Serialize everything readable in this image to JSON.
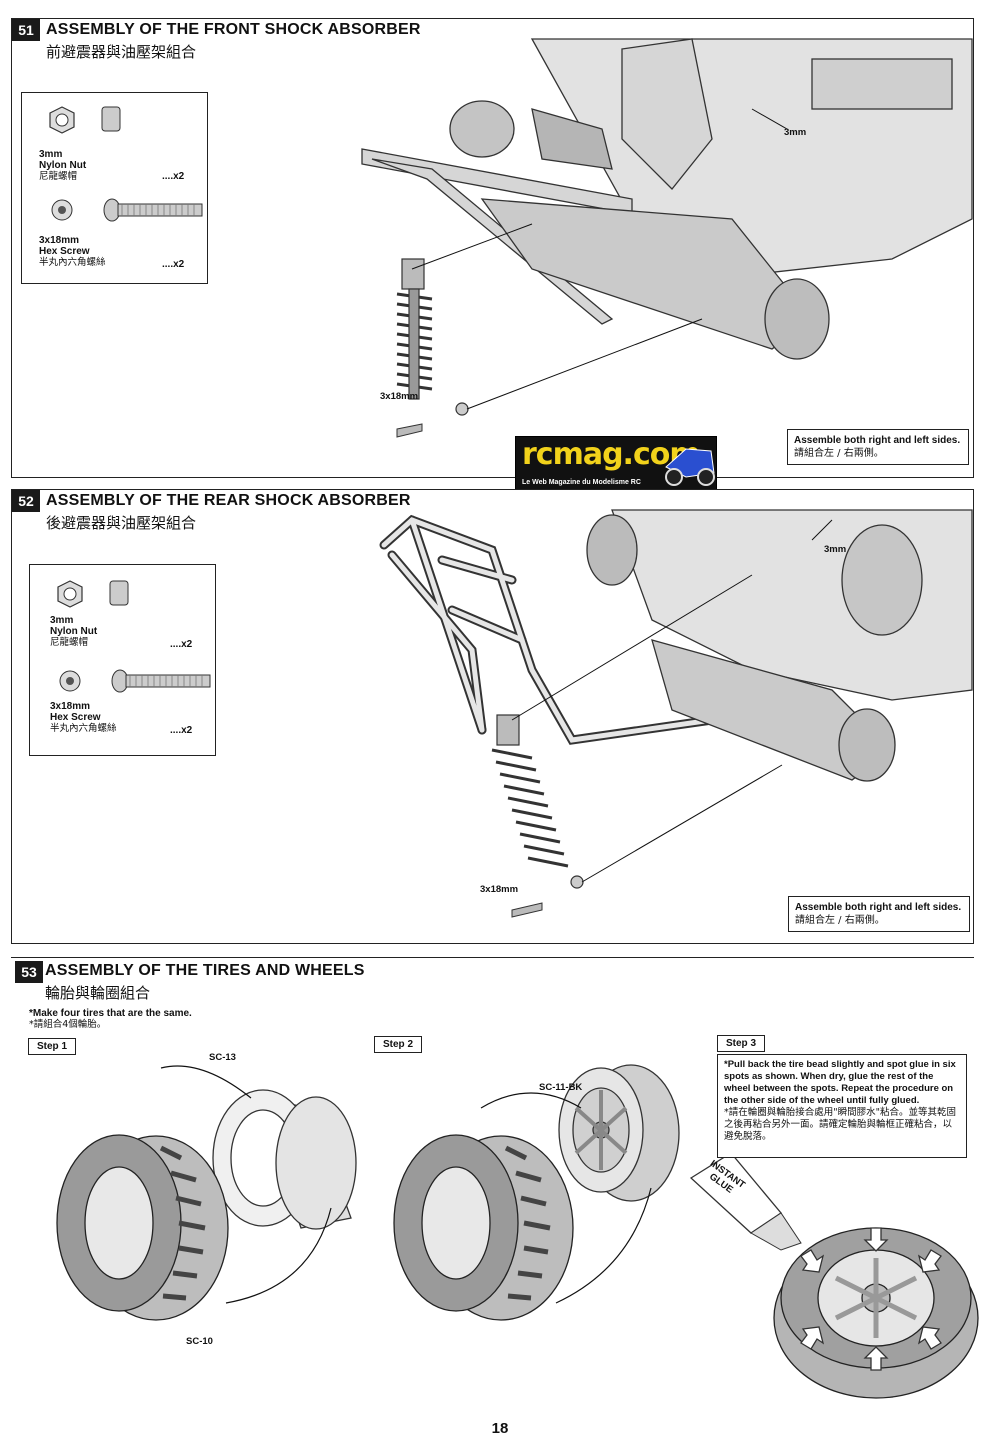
{
  "page_number": "18",
  "logo": {
    "brand": "rcmag.com",
    "tagline": "Le Web Magazine du Modelisme RC"
  },
  "steps": [
    {
      "number": "51",
      "title": "ASSEMBLY OF THE FRONT SHOCK ABSORBER",
      "subtitle": "前避震器與油壓架組合",
      "parts": [
        {
          "size": "3mm",
          "name": "Nylon Nut",
          "name_zh": "尼龍螺帽",
          "qty": "....x2"
        },
        {
          "size": "3x18mm",
          "name": "Hex Screw",
          "name_zh": "半丸內六角螺絲",
          "qty": "....x2"
        }
      ],
      "callouts": [
        "3mm",
        "3x18mm"
      ],
      "note": {
        "en": "Assemble both right and left sides.",
        "zh": "請組合左 / 右兩側。"
      }
    },
    {
      "number": "52",
      "title": "ASSEMBLY OF THE REAR SHOCK ABSORBER",
      "subtitle": "後避震器與油壓架組合",
      "parts": [
        {
          "size": "3mm",
          "name": "Nylon Nut",
          "name_zh": "尼龍螺帽",
          "qty": "....x2"
        },
        {
          "size": "3x18mm",
          "name": "Hex Screw",
          "name_zh": "半丸內六角螺絲",
          "qty": "....x2"
        }
      ],
      "callouts": [
        "3mm",
        "3x18mm"
      ],
      "note": {
        "en": "Assemble both right and left sides.",
        "zh": "請組合左 / 右兩側。"
      }
    },
    {
      "number": "53",
      "title": "ASSEMBLY OF THE TIRES AND WHEELS",
      "subtitle": "輪胎與輪圈組合",
      "intro_en": "*Make four tires that are the same.",
      "intro_zh": "*請組合4個輪胎。",
      "step1": "Step 1",
      "step2": "Step 2",
      "step3": "Step 3",
      "part_sc13": "SC-13",
      "part_sc10": "SC-10",
      "part_sc11": "SC-11-BK",
      "glue_line1": "INSTANT",
      "glue_line2": "GLUE",
      "step3_note_en": "*Pull back the tire bead slightly and spot glue in six spots as shown. When dry, glue the rest of the wheel between the spots. Repeat the procedure on the other side of the wheel until fully glued.",
      "step3_note_zh": "*請在輪圈與輪胎接合處用\"瞬間膠水\"粘合。並等其乾固之後再粘合另外一面。請確定輪胎與輪框正確粘合，以避免脫落。"
    }
  ]
}
